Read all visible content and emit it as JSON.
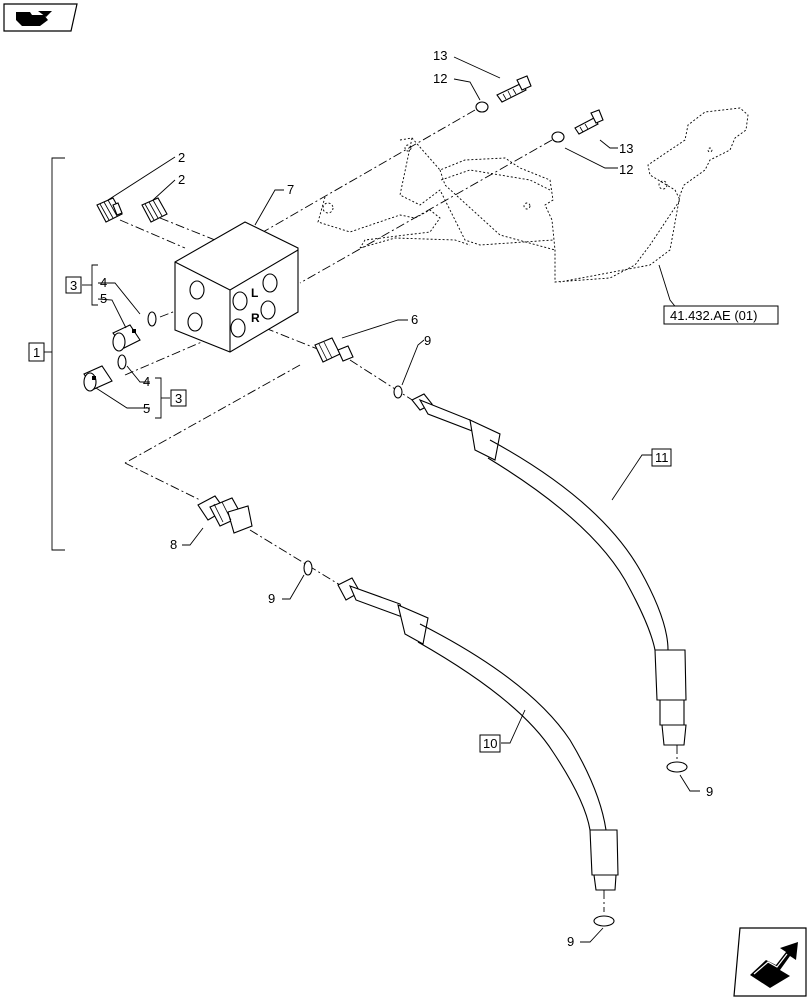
{
  "callouts": {
    "c13a": "13",
    "c12a": "12",
    "c13b": "13",
    "c12b": "12",
    "c2a": "2",
    "c2b": "2",
    "c7": "7",
    "c3a": "3",
    "c4a": "4",
    "c5a": "5",
    "c5b": "5",
    "c4b": "4",
    "c3b": "3",
    "c1": "1",
    "c6": "6",
    "c9a": "9",
    "c11": "11",
    "c8": "8",
    "c9b": "9",
    "c10": "10",
    "c9c": "9",
    "c9d": "9",
    "ref": "41.432.AE (01)"
  },
  "block_marks": {
    "left": "L",
    "right": "R"
  },
  "icons": {
    "top_left": "flip-view-icon",
    "bottom_right": "next-page-arrow-icon"
  }
}
